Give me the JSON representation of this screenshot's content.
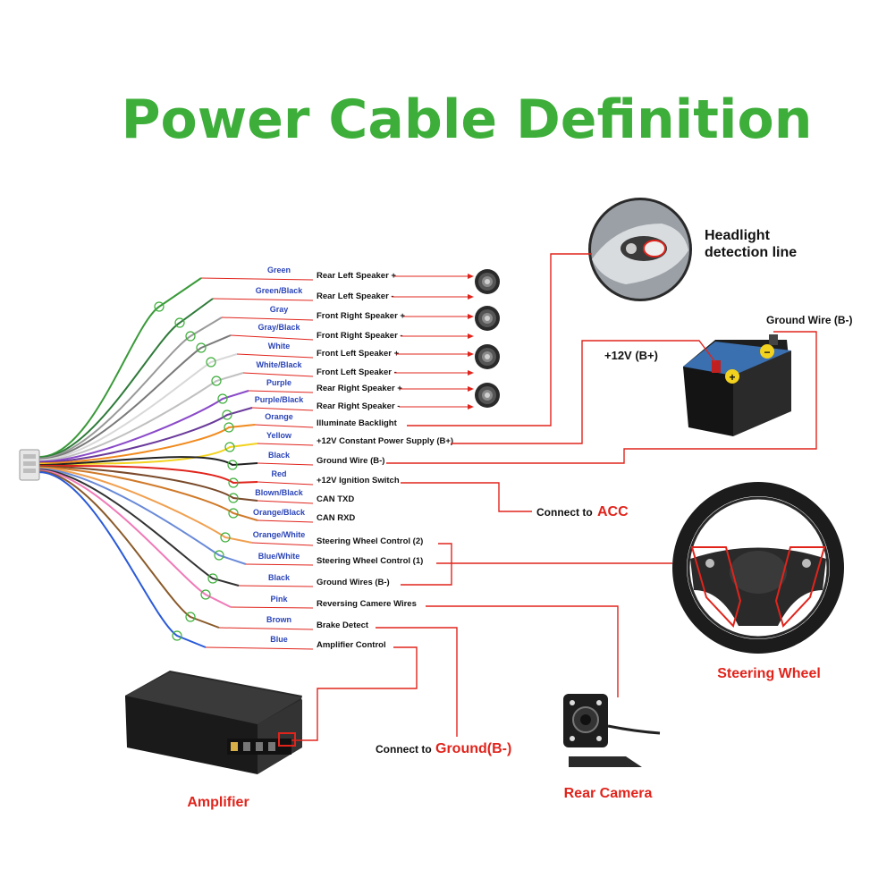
{
  "title": "Power Cable Definition",
  "wires": [
    {
      "color_name": "Green",
      "function": "Rear Left Speaker +",
      "wire_hex": "#3a9a3a"
    },
    {
      "color_name": "Green/Black",
      "function": "Rear Left Speaker -",
      "wire_hex": "#2f7a3a"
    },
    {
      "color_name": "Gray",
      "function": "Front Right Speaker +",
      "wire_hex": "#9a9a9a"
    },
    {
      "color_name": "Gray/Black",
      "function": "Front Right Speaker -",
      "wire_hex": "#7a7a7a"
    },
    {
      "color_name": "White",
      "function": "Front Left Speaker +",
      "wire_hex": "#d8d8d8"
    },
    {
      "color_name": "White/Black",
      "function": "Front Left Speaker -",
      "wire_hex": "#c0c0c0"
    },
    {
      "color_name": "Purple",
      "function": "Rear Right Speaker +",
      "wire_hex": "#8a4ac8"
    },
    {
      "color_name": "Purple/Black",
      "function": "Rear Right Speaker -",
      "wire_hex": "#6a3a9a"
    },
    {
      "color_name": "Orange",
      "function": "Illuminate Backlight",
      "wire_hex": "#f08a1e"
    },
    {
      "color_name": "Yellow",
      "function": "+12V Constant Power Supply (B+)",
      "wire_hex": "#f2d21e"
    },
    {
      "color_name": "Black",
      "function": "Ground Wire (B-)",
      "wire_hex": "#222222"
    },
    {
      "color_name": "Red",
      "function": "+12V Ignition Switch",
      "wire_hex": "#e0241c"
    },
    {
      "color_name": "Blown/Black",
      "function": "CAN TXD",
      "wire_hex": "#7a4a2a"
    },
    {
      "color_name": "Orange/Black",
      "function": "CAN RXD",
      "wire_hex": "#d07a2a"
    },
    {
      "color_name": "Orange/White",
      "function": "Steering Wheel Control (2)",
      "wire_hex": "#f0a050"
    },
    {
      "color_name": "Blue/White",
      "function": "Steering Wheel Control (1)",
      "wire_hex": "#6a8ad8"
    },
    {
      "color_name": "Black",
      "function": "Ground Wires (B-)",
      "wire_hex": "#333333"
    },
    {
      "color_name": "Pink",
      "function": "Reversing Camere Wires",
      "wire_hex": "#f07ab8"
    },
    {
      "color_name": "Brown",
      "function": "Brake Detect",
      "wire_hex": "#8a5a2a"
    },
    {
      "color_name": "Blue",
      "function": "Amplifier Control",
      "wire_hex": "#2a5ad8"
    }
  ],
  "headlight": {
    "line1": "Headlight",
    "line2": "detection line"
  },
  "battery": {
    "plus_label": "+12V  (B+)",
    "ground_label": "Ground Wire (B-)",
    "plus_symbol": "+",
    "minus_symbol": "−"
  },
  "acc": {
    "prefix": "Connect to ",
    "highlight": "ACC"
  },
  "ground": {
    "prefix": "Connect to ",
    "highlight": "Ground(B-)"
  },
  "devices": {
    "steering_wheel": "Steering Wheel",
    "rear_camera": "Rear Camera",
    "amplifier": "Amplifier"
  },
  "colors": {
    "title_green": "#3dae3a",
    "accent_red": "#e0241c",
    "label_blue": "#2a44b8"
  }
}
